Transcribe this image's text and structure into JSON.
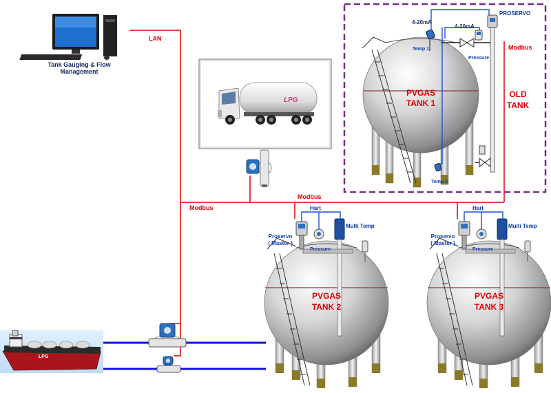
{
  "pc": {
    "caption_line1": "Tank Gauging & Flow",
    "caption_line2": "Management"
  },
  "network": {
    "lan": "LAN",
    "modbus_left": "Modbus",
    "modbus_top": "Modbus",
    "modbus_old": "Modbus"
  },
  "old_tank": {
    "name_line1": "PVGAS",
    "name_line2": "TANK 1",
    "group_line1": "OLD",
    "group_line2": "TANK",
    "signal_1": "4-20mA",
    "signal_2": "4-20mA",
    "proservo": "PROSERVO",
    "temp_top": "Temp 1",
    "temp_bottom": "Temp 2",
    "pressure": "Pressure"
  },
  "tank2": {
    "name_line1": "PVGAS",
    "name_line2": "TANK 2",
    "hart": "Hart",
    "proservo_line1": "Proservo",
    "proservo_line2": "( Master )",
    "pressure": "Pressure",
    "multi_temp": "Multi Temp"
  },
  "tank3": {
    "name_line1": "PVGAS",
    "name_line2": "TANK 3",
    "hart": "Hart",
    "proservo_line1": "Proservo",
    "proservo_line2": "( Master )",
    "pressure": "Pressure",
    "multi_temp": "Multi Temp"
  },
  "truck": {
    "logo": "LPG"
  },
  "ship": {
    "logo": "LPG"
  },
  "colors": {
    "signal_line": "#e00000",
    "hart_line": "#1e4fd6",
    "pipe": "#1010e0",
    "old_tank_border": "#7a2a8a"
  }
}
